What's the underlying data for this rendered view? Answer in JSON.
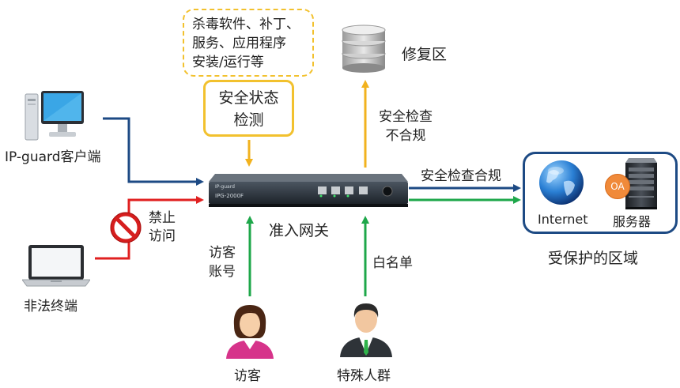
{
  "tip_box": {
    "lines": [
      "杀毒软件、补丁、",
      "服务、应用程序",
      "安装/运行等"
    ]
  },
  "check_box": {
    "lines": [
      "安全状态",
      "检测"
    ]
  },
  "repair_zone": {
    "label": "修复区"
  },
  "noncompliant": {
    "lines": [
      "安全检查",
      "不合规"
    ]
  },
  "compliant": {
    "label": "安全检查合规"
  },
  "gateway": {
    "label": "准入网关",
    "model": "IPG-2000F",
    "brand": "IP-guard"
  },
  "client": {
    "label": "IP-guard客户端"
  },
  "illegal": {
    "label": "非法终端"
  },
  "forbid": {
    "lines": [
      "禁止",
      "访问"
    ]
  },
  "guest_account": {
    "lines": [
      "访客",
      "账号"
    ]
  },
  "whitelist": {
    "label": "白名单"
  },
  "guest": {
    "label": "访客"
  },
  "special": {
    "label": "特殊人群"
  },
  "protected": {
    "internet_label": "Internet",
    "server_label": "服务器",
    "server_badge": "OA",
    "zone_label": "受保护的区域"
  },
  "colors": {
    "blue": "#1d4a84",
    "green": "#1ea74a",
    "red": "#e02020",
    "yellow": "#f2b21e"
  }
}
